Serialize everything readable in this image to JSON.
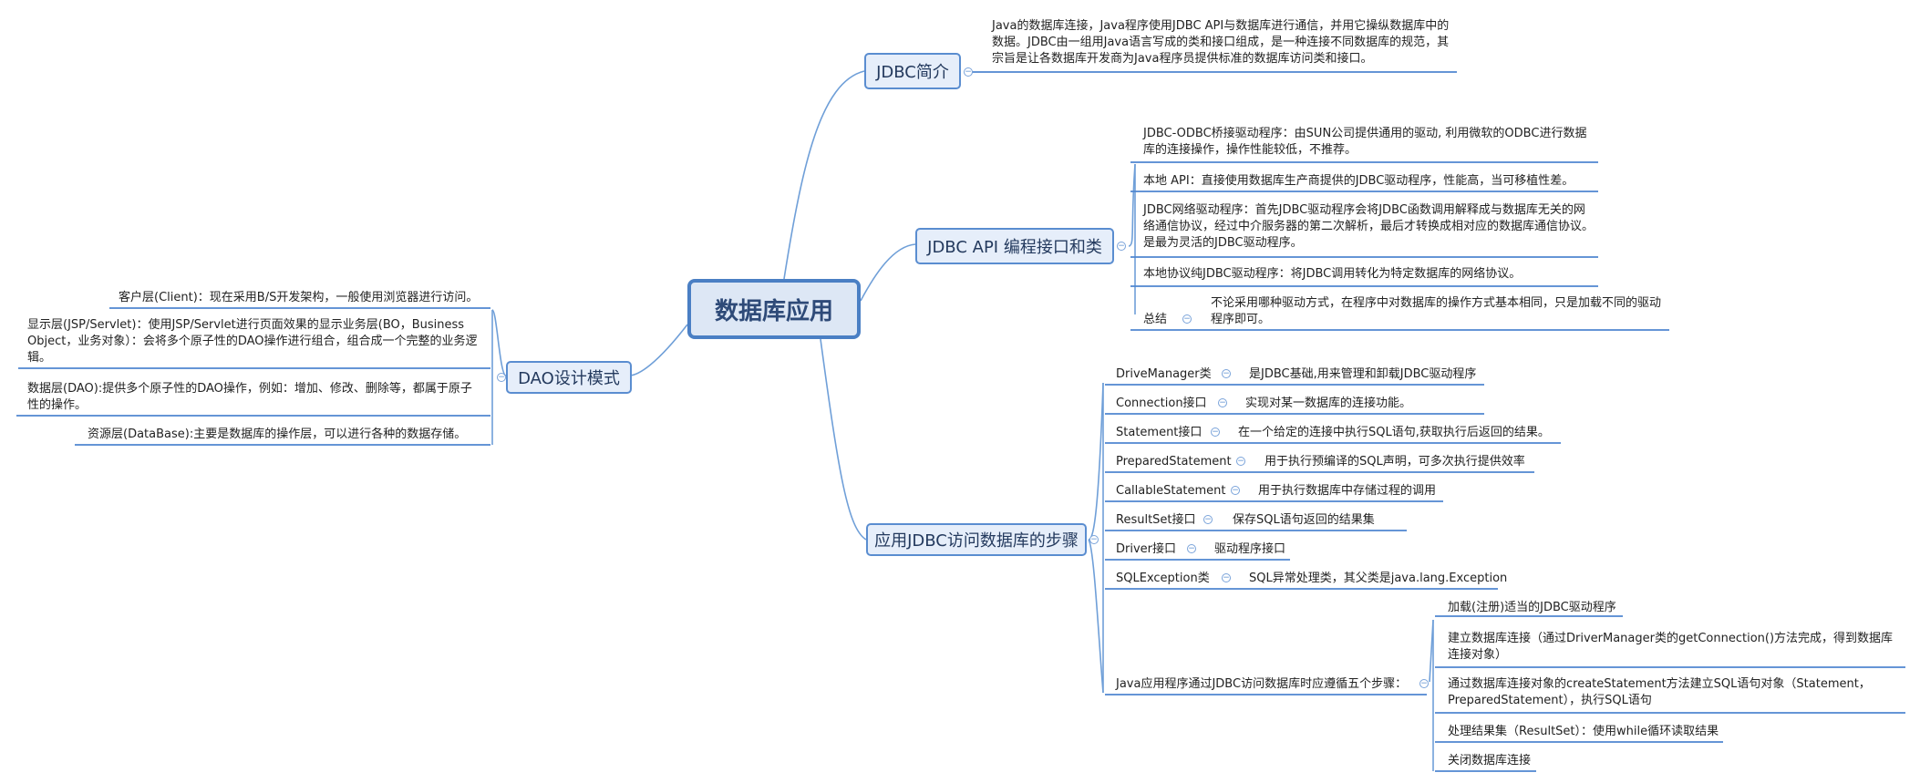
{
  "root": {
    "label": "数据库应用"
  },
  "jdbc_intro": {
    "label": "JDBC简介",
    "text": "Java的数据库连接，Java程序使用JDBC API与数据库进行通信，并用它操纵数据库中的数据。JDBC由一组用Java语言写成的类和接口组成，是一种连接不同数据库的规范，其宗旨是让各数据库开发商为Java程序员提供标准的数据库访问类和接口。"
  },
  "jdbc_api": {
    "label": "JDBC API 编程接口和类",
    "items": [
      {
        "text": "JDBC-ODBC桥接驱动程序：由SUN公司提供通用的驱动, 利用微软的ODBC进行数据库的连接操作，操作性能较低，不推荐。"
      },
      {
        "text": "本地 API：直接使用数据库生产商提供的JDBC驱动程序，性能高，当可移植性差。"
      },
      {
        "text": "JDBC网络驱动程序：首先JDBC驱动程序会将JDBC函数调用解释成与数据库无关的网络通信协议，经过中介服务器的第二次解析，最后才转换成相对应的数据库通信协议。是最为灵活的JDBC驱动程序。"
      },
      {
        "text": "本地协议纯JDBC驱动程序：将JDBC调用转化为特定数据库的网络协议。"
      }
    ],
    "summary": {
      "label": "总结",
      "text": "不论采用哪种驱动方式，在程序中对数据库的操作方式基本相同，只是加载不同的驱动程序即可。"
    }
  },
  "dao": {
    "label": "DAO设计模式",
    "items": [
      {
        "text": "客户层(Client)：现在采用B/S开发架构，一般使用浏览器进行访问。"
      },
      {
        "text": "显示层(JSP/Servlet)：使用JSP/Servlet进行页面效果的显示业务层(BO，Business Object，业务对象）：会将多个原子性的DAO操作进行组合，组合成一个完整的业务逻辑。"
      },
      {
        "text": "数据层(DAO):提供多个原子性的DAO操作，例如：增加、修改、删除等，都属于原子性的操作。"
      },
      {
        "text": "资源层(DataBase):主要是数据库的操作层，可以进行各种的数据存储。"
      }
    ]
  },
  "steps": {
    "label": "应用JDBC访问数据库的步骤",
    "classes": [
      {
        "name": "DriveManager类",
        "desc": "是JDBC基础,用来管理和卸载JDBC驱动程序"
      },
      {
        "name": "Connection接口",
        "desc": "实现对某一数据库的连接功能。"
      },
      {
        "name": "Statement接口",
        "desc": "在一个给定的连接中执行SQL语句,获取执行后返回的结果。"
      },
      {
        "name": "PreparedStatement",
        "desc": "用于执行预编译的SQL声明，可多次执行提供效率"
      },
      {
        "name": "CallableStatement",
        "desc": "用于执行数据库中存储过程的调用"
      },
      {
        "name": "ResultSet接口",
        "desc": "保存SQL语句返回的结果集"
      },
      {
        "name": "Driver接口",
        "desc": "驱动程序接口"
      },
      {
        "name": "SQLException类",
        "desc": "SQL异常处理类，其父类是java.lang.Exception"
      }
    ],
    "five_steps": {
      "label": "Java应用程序通过JDBC访问数据库时应遵循五个步骤：",
      "items": [
        {
          "text": "加载(注册)适当的JDBC驱动程序"
        },
        {
          "text": "建立数据库连接（通过DriverManager类的getConnection()方法完成，得到数据库连接对象）"
        },
        {
          "text": "通过数据库连接对象的createStatement方法建立SQL语句对象（Statement，PreparedStatement），执行SQL语句"
        },
        {
          "text": "处理结果集（ResultSet）：使用while循环读取结果"
        },
        {
          "text": "关闭数据库连接"
        }
      ]
    }
  },
  "colors": {
    "branch": "#6f9fd8",
    "underline": "#4f86d0",
    "root_border": "#4a7fc4",
    "topic_fill": "#e6eefa"
  }
}
